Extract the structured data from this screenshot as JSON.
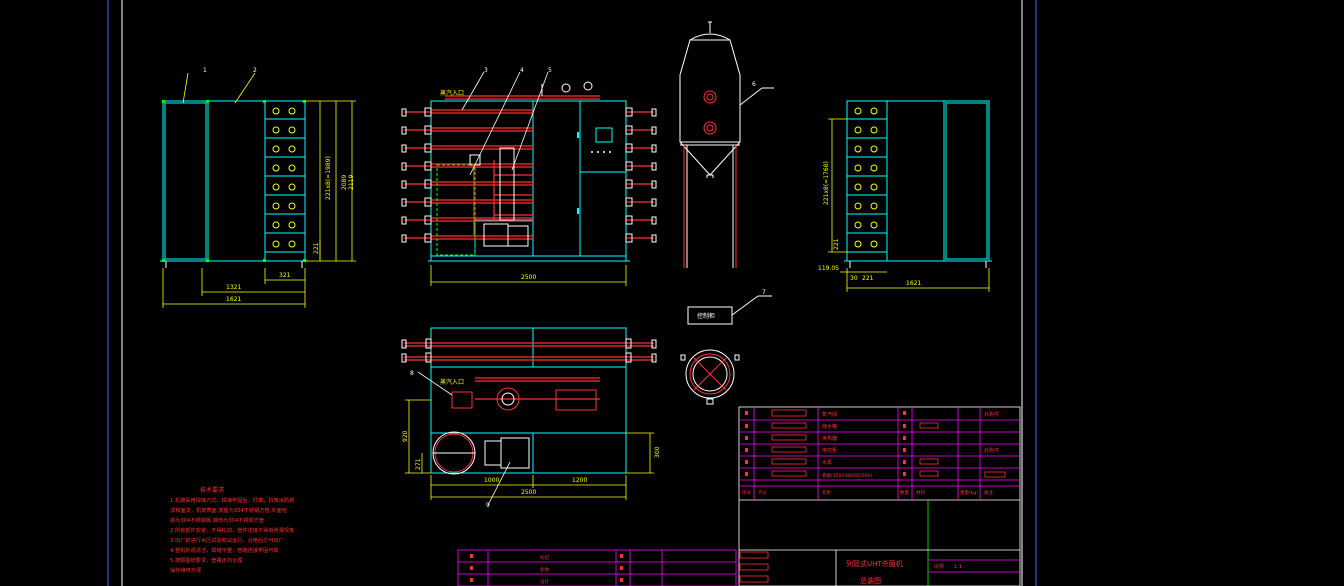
{
  "drawing": {
    "background": "#000000",
    "colors": {
      "frame": "#ffffff",
      "outline": "#00ffff",
      "dim": "#ffff00",
      "pipe": "#ff3030",
      "title": "#ff00ff",
      "green": "#00ff00"
    }
  },
  "balloons": {
    "b1": "1",
    "b2": "2",
    "b3": "3",
    "b4": "4",
    "b5": "5",
    "b6": "6",
    "b7": "7",
    "b8": "8",
    "b9": "9"
  },
  "dims": {
    "left_width": "1621",
    "left_inner": "1321",
    "left_small": "321",
    "left_v1": "221x8(=1989)",
    "left_v2": "2089",
    "left_v3": "2119",
    "left_v4": "221",
    "front_width": "2500",
    "right_v1": "221x8(=1768)",
    "right_v2": "221",
    "right_w1": "1621",
    "right_w2": "119.05",
    "right_w3": "30",
    "right_w4": "221",
    "plan_width": "2500",
    "plan_w1": "1000",
    "plan_w2": "1200",
    "plan_h1": "920",
    "plan_h2": "271",
    "plan_h3": "300"
  },
  "labels": {
    "steam_inlet_front": "蒸汽入口",
    "steam_inlet_plan": "蒸汽入口",
    "control_box": "控制柜"
  },
  "notes": {
    "title": "技术要求",
    "lines": [
      "1.机架采用焊接方式，焊接牢固后，打磨，机架涂防锈",
      "漆和面漆，机架表面,底座为304不锈钢方管,外面包",
      "装为304不锈钢板,其他为304不锈钢方管",
      "2.所有部件安装，不得松动，管件连接不得有泄漏现象",
      "3.出厂前进行水压试验和试运行，合格后方可出厂",
      "4.整机外观清洁，焊缝平整，管路连接牢固可靠",
      "5.按照图纸要求，管路走向合理",
      "  操作维修方便"
    ]
  },
  "bom": {
    "rows": [
      {
        "part": "蒸汽阀",
        "extra": "外购件"
      },
      {
        "part": "储水罐",
        "extra": ""
      },
      {
        "part": "换热器",
        "extra": ""
      },
      {
        "part": "电控柜",
        "extra": "外购件"
      },
      {
        "part": "水泵",
        "extra": ""
      },
      {
        "part": "管路(1000X800X2000)",
        "extra": ""
      }
    ],
    "header": [
      "序号",
      "代号",
      "名称",
      "数量",
      "材料",
      "重量(kg)",
      "备注"
    ],
    "drawing_title": "列管式UHT杀菌机",
    "drawing_sub": "总装图",
    "scale_label": "比例",
    "scale_value": "1:1"
  },
  "bottom_table": {
    "rows": [
      "标记",
      "处数",
      "设计"
    ]
  }
}
